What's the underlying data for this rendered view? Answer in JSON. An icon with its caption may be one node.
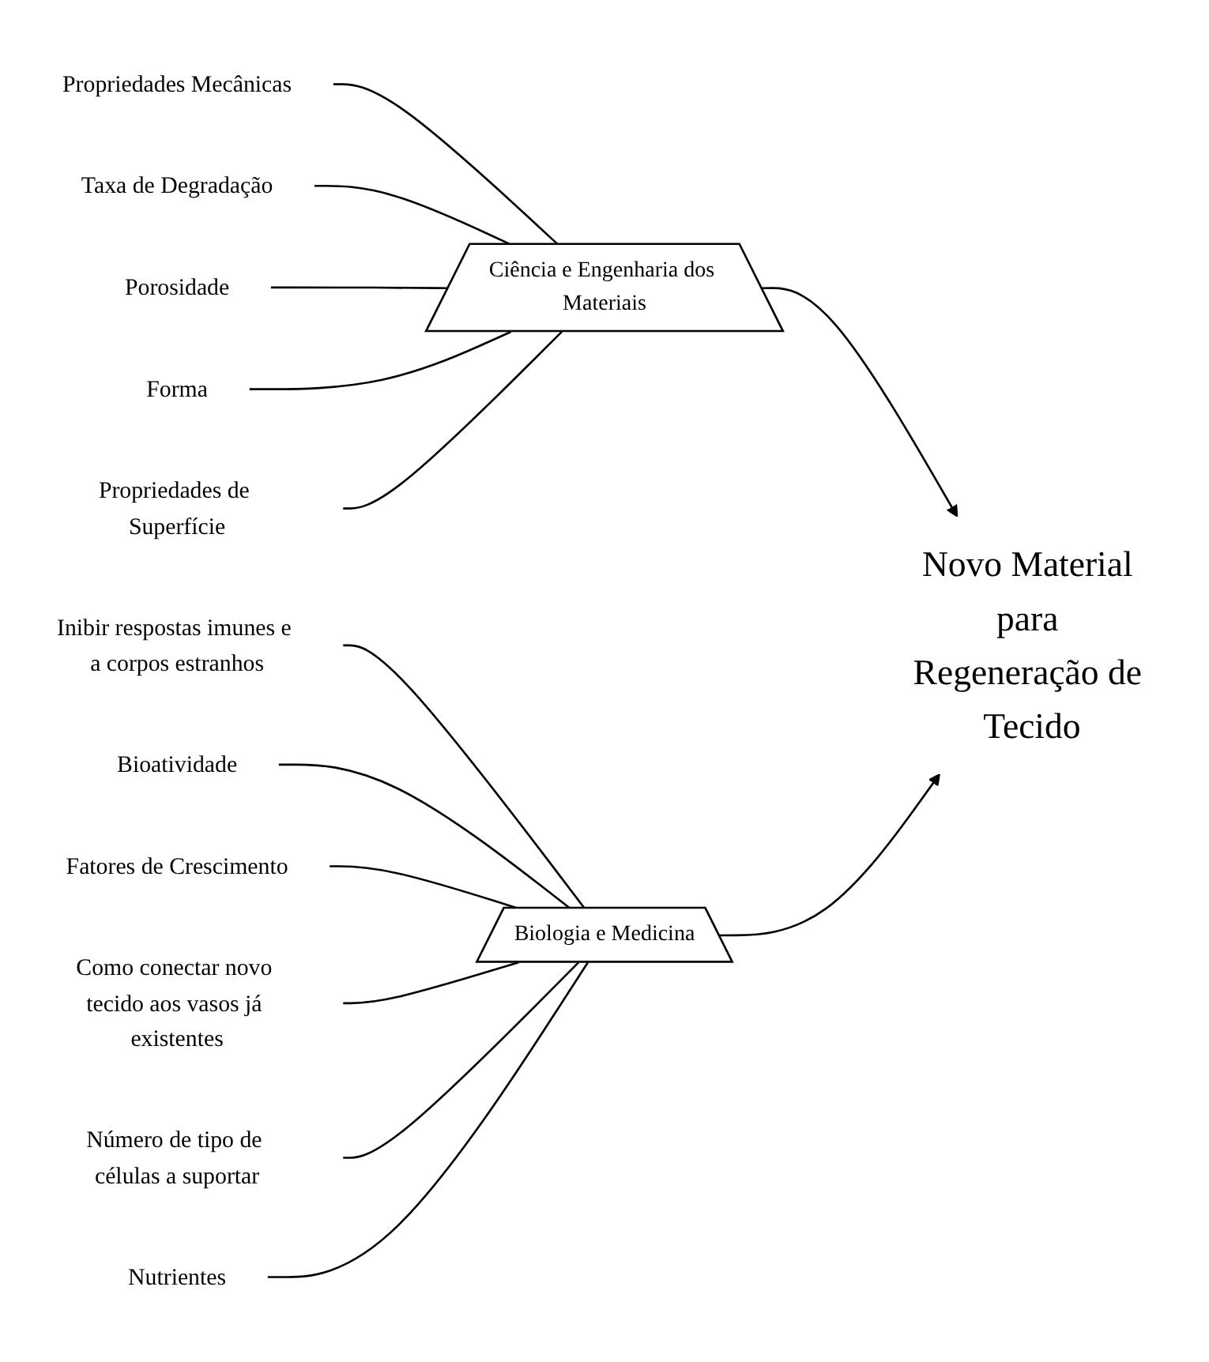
{
  "diagram": {
    "nodes": [
      {
        "text": [
          "Propriedades Mecânicas"
        ]
      },
      {
        "text": [
          "Taxa de Degradação"
        ]
      },
      {
        "text": [
          "Porosidade"
        ]
      },
      {
        "text": [
          "Forma"
        ]
      },
      {
        "text": [
          "Propriedades de Superfície"
        ]
      },
      {
        "text": [
          "Ciência e Engenharia dos Materiais"
        ]
      },
      {
        "text": [
          "Novo Material para Regeneração de Tecido"
        ]
      },
      {
        "text": [
          "Biologia e Medicina"
        ]
      },
      {
        "text": [
          "Inibir respostas imunes e a corpos estranhos"
        ]
      },
      {
        "text": [
          "Bioatividade"
        ]
      },
      {
        "text": [
          "Fatores de Crescimento"
        ]
      },
      {
        "text": [
          "Como conectar novo tecido aos vasos já existentes"
        ]
      },
      {
        "text": [
          "Número de tipo de células a suportar"
        ]
      },
      {
        "text": [
          "Nutrientes"
        ]
      }
    ],
    "edges": [
      {
        "from": 0,
        "to": 5,
        "arrow": "none"
      },
      {
        "from": 1,
        "to": 5,
        "arrow": "none"
      },
      {
        "from": 2,
        "to": 5,
        "arrow": "none"
      },
      {
        "from": 3,
        "to": 5,
        "arrow": "none"
      },
      {
        "from": 4,
        "to": 5,
        "arrow": "none"
      },
      {
        "from": 5,
        "to": 6,
        "arrow": "to"
      },
      {
        "from": 8,
        "to": 7,
        "arrow": "none"
      },
      {
        "from": 9,
        "to": 7,
        "arrow": "none"
      },
      {
        "from": 10,
        "to": 7,
        "arrow": "none"
      },
      {
        "from": 11,
        "to": 7,
        "arrow": "none"
      },
      {
        "from": 12,
        "to": 7,
        "arrow": "none"
      },
      {
        "from": 13,
        "to": 7,
        "arrow": "none"
      },
      {
        "from": 7,
        "to": 6,
        "arrow": "to"
      }
    ]
  }
}
